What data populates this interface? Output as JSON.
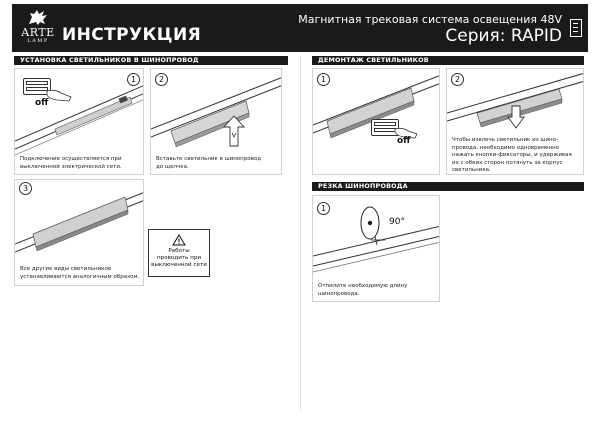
{
  "header": {
    "logo_text": "ARTE",
    "logo_subtext": "LAMP",
    "doc_title": "ИНСТРУКЦИЯ",
    "product_name": "Магнитная трековая система освещения 48V",
    "series": "Серия: RAPID"
  },
  "sections": {
    "install": "УСТАНОВКА СВЕТИЛЬНИКОВ В ШИНОПРОВОД",
    "dismount": "ДЕМОНТАЖ СВЕТИЛЬНИКОВ",
    "cut": "РЕЗКА ШИНОПРОВОДА"
  },
  "steps": {
    "install_1": {
      "num": "1",
      "off_label": "off",
      "caption": "Подключение осуществляется при\nвыключенной электрической сети."
    },
    "install_2": {
      "num": "2",
      "caption": "Вставьте светильник в шинопровод\nдо щелчка."
    },
    "install_3": {
      "num": "3",
      "caption": "Все другие виды светильников\nустанавливаются аналогичным образом."
    },
    "dismount_1": {
      "num": "1",
      "off_label": "off"
    },
    "dismount_2": {
      "num": "2",
      "caption": "Чтобы извлечь светильник из шино-\nпровода, необходимо одновременно\nнажать кнопки-фиксаторы, и удерживая\nих с обеих сторон потянуть за корпус\nсветильника."
    },
    "cut_1": {
      "num": "1",
      "angle": "90°",
      "caption": "Отпилите необходимую длину\nшинопровода."
    }
  },
  "warning": {
    "text": "Работы\nпроводить при\nвыключенной сети"
  }
}
